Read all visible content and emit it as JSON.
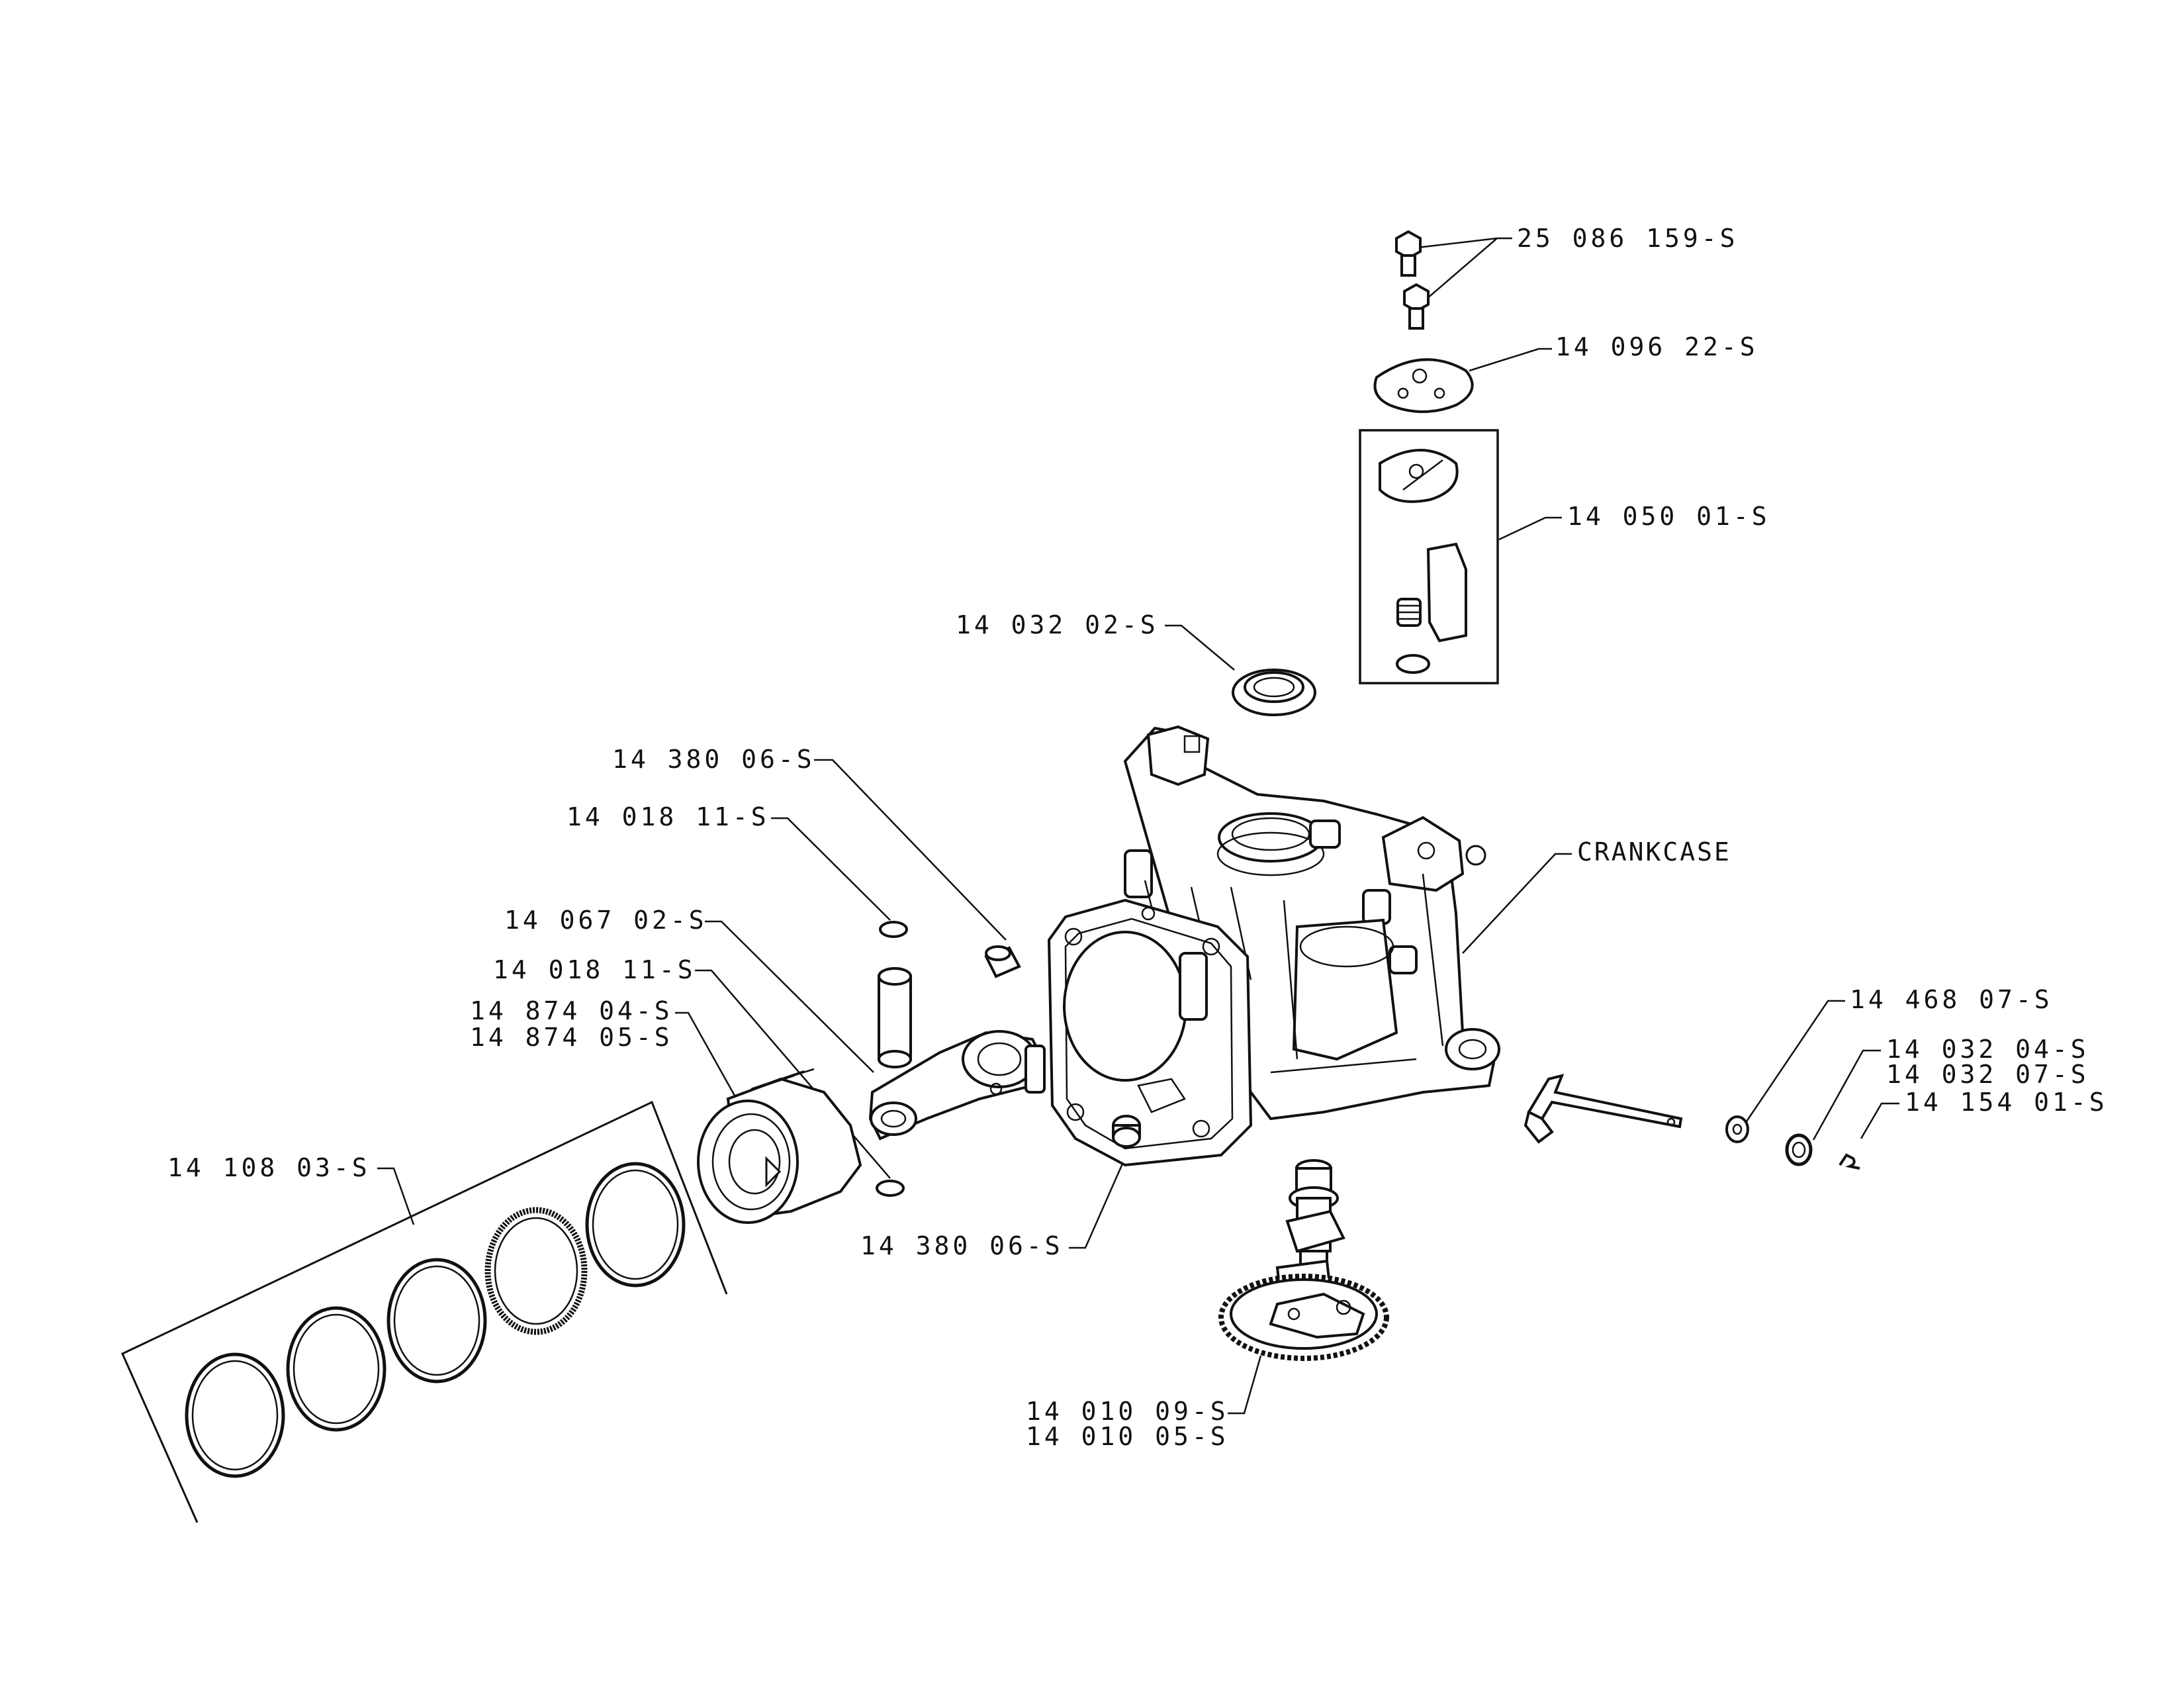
{
  "labels": {
    "screw": "25 086 159-S",
    "cover_plate": "14 096 22-S",
    "breather_kit": "14 050 01-S",
    "oil_seal": "14 032 02-S",
    "dowel_top": "14 380 06-S",
    "circlip_top": "14 018 11-S",
    "connecting_rod": "14 067 02-S",
    "circlip_bottom": "14 018 11-S",
    "piston_a": "14 874 04-S",
    "piston_b": "14 874 05-S",
    "piston_rings": "14 108 03-S",
    "dowel_bottom": "14 380 06-S",
    "crankcase": "CRANKCASE",
    "washer": "14 468 07-S",
    "seal_a": "14 032 04-S",
    "seal_b": "14 032 07-S",
    "clip": "14 154 01-S",
    "camshaft_a": "14 010 09-S",
    "camshaft_b": "14 010 05-S"
  }
}
